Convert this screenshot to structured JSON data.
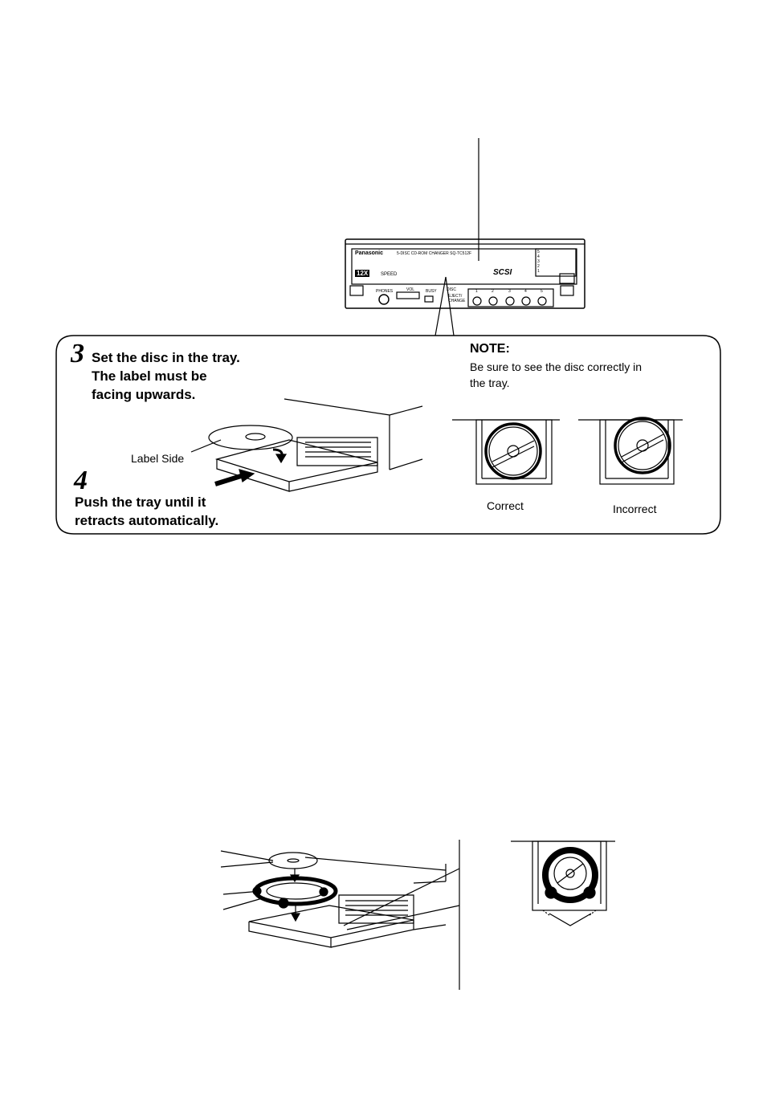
{
  "drive_panel": {
    "brand": "Panasonic",
    "model_text": "5-DISC CD-ROM CHANGER SQ-TC512F",
    "speed_badge": "12X",
    "speed_text": "SPEED",
    "interface_label": "SCSI",
    "phones_label": "PHONES",
    "vol_label": "VOL",
    "busy_label": "BUSY",
    "disc_label": "DISC",
    "eject_label": "EJECT/ CHANGE",
    "slot_numbers": [
      "1",
      "2",
      "3",
      "4",
      "5"
    ],
    "indicator_numbers": [
      "5",
      "4",
      "3",
      "2",
      "1"
    ]
  },
  "step3": {
    "number": "3",
    "lines": [
      "Set the disc in the tray.",
      "The label must be",
      "facing upwards."
    ],
    "label_side": "Label Side"
  },
  "step4": {
    "number": "4",
    "lines": [
      "Push the tray until it",
      "retracts automatically."
    ]
  },
  "note": {
    "title": "NOTE:",
    "lines": [
      "Be sure to see the disc correctly in",
      "the tray."
    ],
    "correct_label": "Correct",
    "incorrect_label": "Incorrect"
  }
}
